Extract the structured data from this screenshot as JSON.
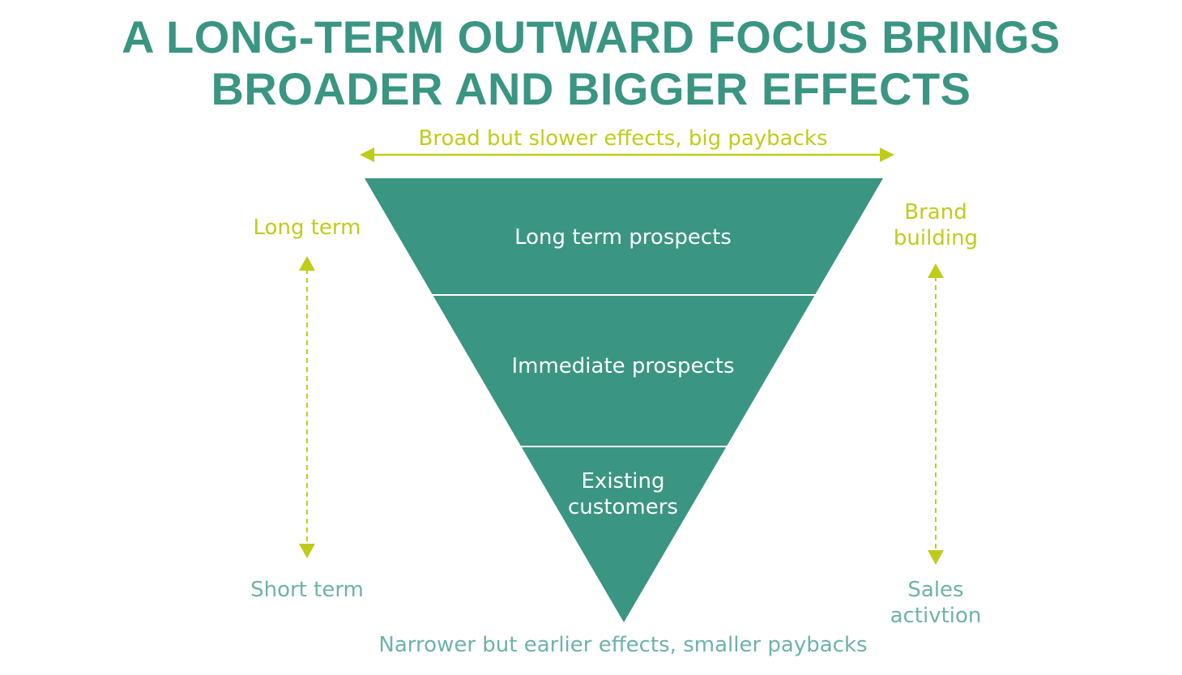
{
  "title": {
    "line1": "A LONG-TERM OUTWARD FOCUS BRINGS",
    "line2": "BROADER AND BIGGER EFFECTS"
  },
  "top_arrow_label": "Broad but slower effects, big paybacks",
  "bottom_label": "Narrower but earlier effects, smaller paybacks",
  "funnel": {
    "tiers": [
      {
        "label": "Long term prospects"
      },
      {
        "label": "Immediate prospects"
      },
      {
        "label_line1": "Existing",
        "label_line2": "customers"
      }
    ]
  },
  "left_axis": {
    "top": "Long term",
    "bottom": "Short term"
  },
  "right_axis": {
    "top_line1": "Brand",
    "top_line2": "building",
    "bottom_line1": "Sales",
    "bottom_line2": "activtion"
  },
  "colors": {
    "title": "#3a9582",
    "funnel_fill": "#3a9582",
    "accent_lime": "#bfcc1a",
    "muted_teal": "#6fb2a9",
    "divider": "#ffffff"
  }
}
